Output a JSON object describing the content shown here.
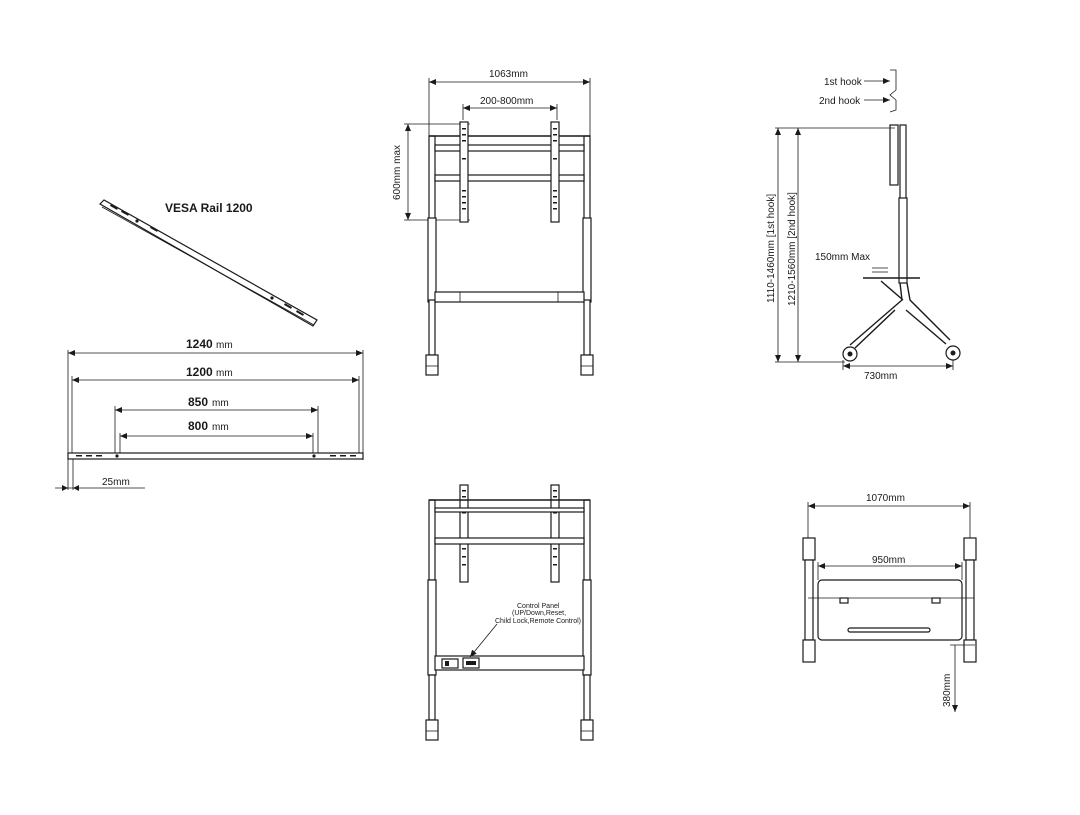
{
  "rail": {
    "title": "VESA Rail 1200",
    "dim_1240_num": "1240",
    "dim_1200_num": "1200",
    "dim_850_num": "850",
    "dim_800_num": "800",
    "unit": "mm",
    "dim_25": "25mm"
  },
  "front_view": {
    "width": "1063mm",
    "vesa_range": "200-800mm",
    "height_max": "600mm max"
  },
  "side_view": {
    "hook1": "1st hook",
    "hook2": "2nd hook",
    "height_hook1": "1110-1460mm [1st hook]",
    "height_hook2": "1210-1560mm [2nd hook]",
    "shelf_depth": "150mm Max",
    "base_depth": "730mm"
  },
  "rear_view": {
    "control_panel_line1": "Control Panel",
    "control_panel_line2": "(UP/Down,Reset,",
    "control_panel_line3": "Child Lock,Remote Control)"
  },
  "top_view": {
    "overall_width": "1070mm",
    "inner_width": "950mm",
    "height": "380mm"
  }
}
